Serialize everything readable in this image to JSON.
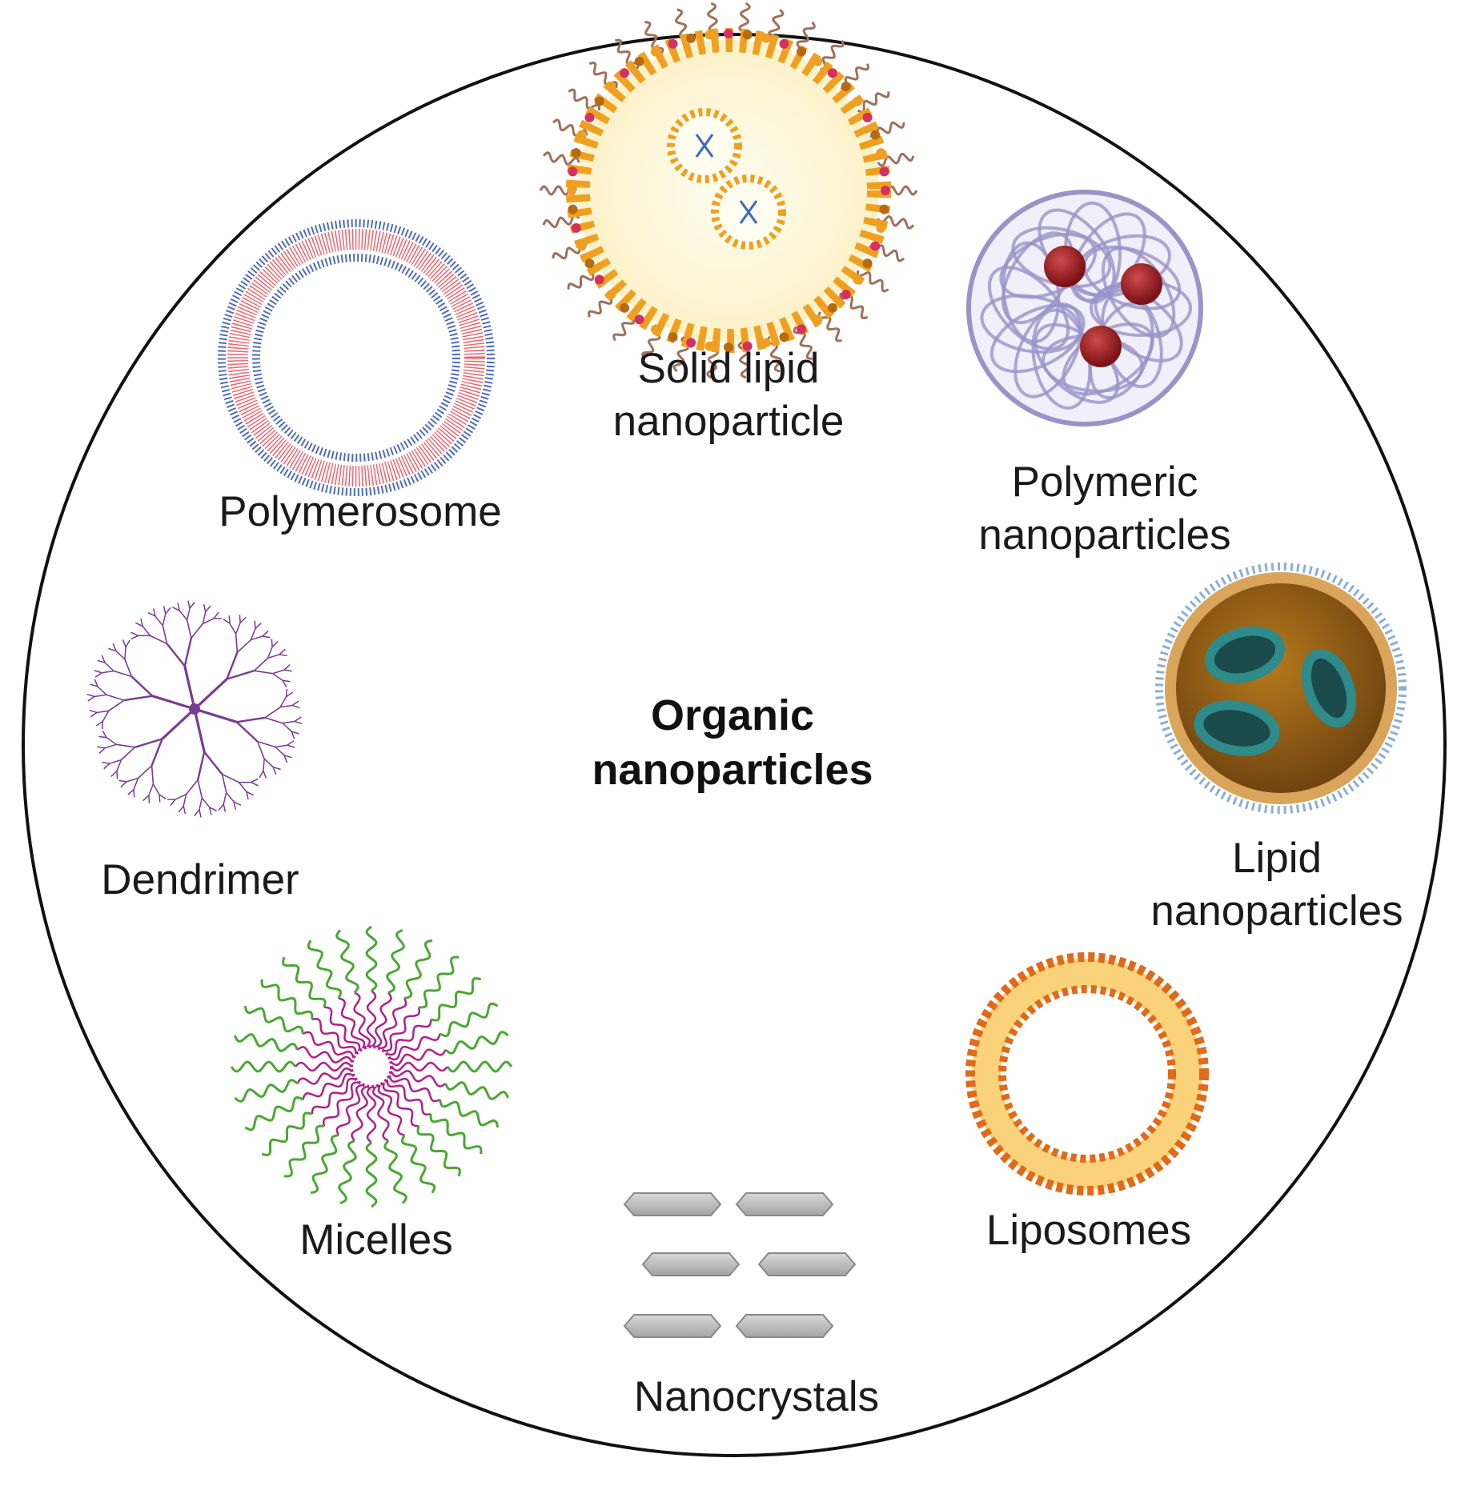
{
  "center": {
    "line1": "Organic",
    "line2": "nanoparticles"
  },
  "items": {
    "solid_lipid": {
      "line1": "Solid lipid",
      "line2": "nanoparticle"
    },
    "polymerosome": {
      "line1": "Polymerosome"
    },
    "polymeric": {
      "line1": "Polymeric",
      "line2": "nanoparticles"
    },
    "dendrimer": {
      "line1": "Dendrimer"
    },
    "lipid": {
      "line1": "Lipid",
      "line2": "nanoparticles"
    },
    "micelles": {
      "line1": "Micelles"
    },
    "liposomes": {
      "line1": "Liposomes"
    },
    "nanocrystals": {
      "line1": "Nanocrystals"
    }
  },
  "colors": {
    "outline": "#111111",
    "polymerosome_red": "#e84b55",
    "polymerosome_blue": "#3b5bb5",
    "sln_orange": "#f0a020",
    "sln_pink": "#d63060",
    "sln_brown": "#a0705a",
    "polymeric_lavender": "#9a92c8",
    "polymeric_bead": "#a8242a",
    "dendrimer_purple": "#7a3a90",
    "lnp_gold": "#c8902a",
    "lnp_teal": "#2f8a8a",
    "micelle_magenta": "#b0208a",
    "micelle_green": "#4aa832",
    "liposome_orange": "#e06a1a",
    "crystal_gray": "#b8b8b8"
  }
}
